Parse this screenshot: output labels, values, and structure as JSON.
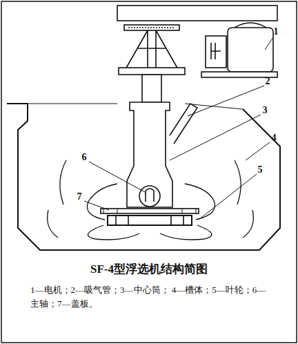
{
  "diagram": {
    "title": "SF-4型浮选机结构简图",
    "caption": "1—电机；2—吸气管；3—中心筒； 4—槽体；5—叶轮；6—主轴；7—盖板。",
    "labels": [
      "1",
      "2",
      "3",
      "4",
      "5",
      "6",
      "7"
    ]
  }
}
